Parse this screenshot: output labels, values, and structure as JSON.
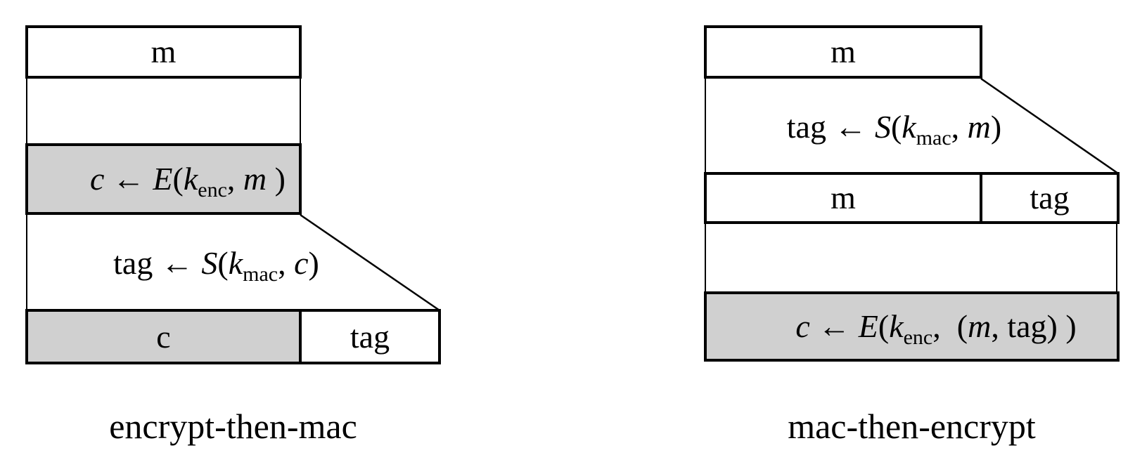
{
  "colors": {
    "shaded_fill": "#d0d0d0",
    "line": "#000000",
    "background": "#ffffff"
  },
  "left_diagram": {
    "caption": "encrypt-then-mac",
    "message_box_label": "m",
    "encrypt_formula": {
      "lhs": "c",
      "arrow": " ← ",
      "fn": "E",
      "open": "(",
      "key": "k",
      "key_sub": "enc",
      "sep": ", ",
      "arg": "m",
      "close": " )"
    },
    "mac_formula": {
      "lhs": "tag",
      "arrow": " ← ",
      "fn": "S",
      "open": "(",
      "key": "k",
      "key_sub": "mac",
      "sep": ", ",
      "arg": "c",
      "close": ")"
    },
    "output_row": {
      "cipher_cell_label": "c",
      "tag_cell_label": "tag"
    }
  },
  "right_diagram": {
    "caption": "mac-then-encrypt",
    "message_box_label": "m",
    "mac_formula": {
      "lhs": "tag",
      "arrow": " ← ",
      "fn": "S",
      "open": "(",
      "key": "k",
      "key_sub": "mac",
      "sep": ", ",
      "arg": "m",
      "close": ")"
    },
    "mid_row": {
      "message_cell_label": "m",
      "tag_cell_label": "tag"
    },
    "encrypt_formula": {
      "lhs": "c",
      "arrow": " ← ",
      "fn": "E",
      "open": "(",
      "key": "k",
      "key_sub": "enc",
      "sep": ",  ",
      "tuple_open": "(",
      "tuple_m": "m",
      "tuple_sep": ", ",
      "tuple_tag": "tag",
      "tuple_close": ")",
      "close": " )"
    }
  }
}
